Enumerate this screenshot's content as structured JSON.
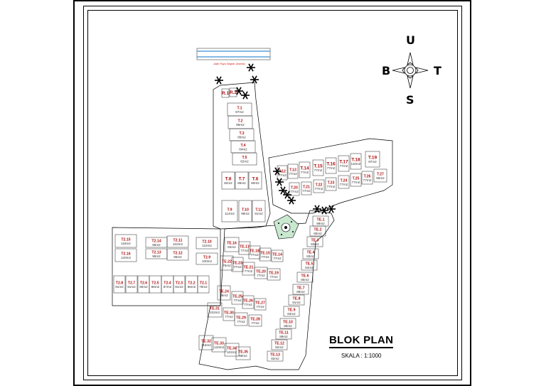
{
  "compass": {
    "north": "U",
    "south": "S",
    "west": "B",
    "east": "T"
  },
  "title": "BLOK PLAN",
  "scale": "SKALA : 1:1000",
  "road_label": "Jalan Raya Singkar Jarambu",
  "lots": [
    {
      "id": "R.1",
      "area": "",
      "kind": "big"
    },
    {
      "id": "R.2",
      "area": "",
      "kind": "big"
    },
    {
      "id": "T.1",
      "area": "87m2"
    },
    {
      "id": "T.2",
      "area": "85m2"
    },
    {
      "id": "T.3",
      "area": "86m2"
    },
    {
      "id": "T.4",
      "area": "84m2"
    },
    {
      "id": "T.5",
      "area": "82m2"
    },
    {
      "id": "T.8",
      "area": "82m2",
      "kind": "big"
    },
    {
      "id": "T.7",
      "area": "86m2",
      "kind": "big"
    },
    {
      "id": "T.6",
      "area": "80m2",
      "kind": "big"
    },
    {
      "id": "T.9",
      "area": "114m2"
    },
    {
      "id": "T.10",
      "area": "98m2"
    },
    {
      "id": "T.11",
      "area": "91m2"
    },
    {
      "id": "T.12",
      "area": "77m2"
    },
    {
      "id": "T.13",
      "area": "77m2"
    },
    {
      "id": "T.14",
      "area": "77m2",
      "kind": "big"
    },
    {
      "id": "T.15",
      "area": "77m2",
      "kind": "big"
    },
    {
      "id": "T.16",
      "area": "77m2",
      "kind": "big"
    },
    {
      "id": "T.17",
      "area": "77m2",
      "kind": "big"
    },
    {
      "id": "T.18",
      "area": "110m2",
      "kind": "big"
    },
    {
      "id": "T.19",
      "area": "97m2",
      "kind": "big"
    },
    {
      "id": "T.20",
      "area": "77m2"
    },
    {
      "id": "T.21",
      "area": "77m2"
    },
    {
      "id": "T.22",
      "area": "77m2"
    },
    {
      "id": "T.23",
      "area": "77m2"
    },
    {
      "id": "T.24",
      "area": "77m2"
    },
    {
      "id": "T.25",
      "area": "77m2"
    },
    {
      "id": "T.26",
      "area": "77m2"
    },
    {
      "id": "T.27",
      "area": "86m2"
    },
    {
      "id": "T2.15",
      "area": "118m2"
    },
    {
      "id": "T2.16",
      "area": "120m2"
    },
    {
      "id": "T2.14",
      "area": "96m2"
    },
    {
      "id": "T2.13",
      "area": "96m2"
    },
    {
      "id": "T2.11",
      "area": "102m2"
    },
    {
      "id": "T2.12",
      "area": "96m2"
    },
    {
      "id": "T2.10",
      "area": "110m2"
    },
    {
      "id": "T2.9",
      "area": "100m2"
    },
    {
      "id": "T2.8",
      "area": "91m2"
    },
    {
      "id": "T2.7",
      "area": "91m2"
    },
    {
      "id": "T2.6",
      "area": "90m2"
    },
    {
      "id": "T2.5",
      "area": "86m2"
    },
    {
      "id": "T2.4",
      "area": "87m2"
    },
    {
      "id": "T2.3",
      "area": "91m2"
    },
    {
      "id": "T2.2",
      "area": "96m2"
    },
    {
      "id": "T2.1",
      "area": "78m2"
    },
    {
      "id": "TE.1",
      "area": "99m2"
    },
    {
      "id": "TE.2",
      "area": "85m2"
    },
    {
      "id": "TE.3",
      "area": "83m2"
    },
    {
      "id": "TE.4",
      "area": "83m2"
    },
    {
      "id": "TE.5",
      "area": "84m2"
    },
    {
      "id": "TE.6",
      "area": "85m2"
    },
    {
      "id": "TE.7",
      "area": "89m2"
    },
    {
      "id": "TE.8",
      "area": "91m2"
    },
    {
      "id": "TE.9",
      "area": "83m2"
    },
    {
      "id": "TE.10",
      "area": "88m2"
    },
    {
      "id": "TE.11",
      "area": "88m2"
    },
    {
      "id": "TE.12",
      "area": "82m2"
    },
    {
      "id": "TE.13",
      "area": "82m2"
    },
    {
      "id": "TE.14",
      "area": "77m2"
    },
    {
      "id": "TE.15",
      "area": "77m2"
    },
    {
      "id": "TE.16",
      "area": "94m2"
    },
    {
      "id": "TE.17",
      "area": "77m2"
    },
    {
      "id": "TE.18",
      "area": "77m2"
    },
    {
      "id": "TE.19",
      "area": "77m2"
    },
    {
      "id": "TE.20",
      "area": "77m2"
    },
    {
      "id": "TE.21",
      "area": "77m2"
    },
    {
      "id": "TE.22",
      "area": "76m2"
    },
    {
      "id": "TE.23",
      "area": "77m2"
    },
    {
      "id": "TE.24",
      "area": "98m2"
    },
    {
      "id": "TE.25",
      "area": "77m2"
    },
    {
      "id": "TE.26",
      "area": "77m2"
    },
    {
      "id": "TE.27",
      "area": "77m2"
    },
    {
      "id": "TE.28",
      "area": "77m2"
    },
    {
      "id": "TE.29",
      "area": "77m2"
    },
    {
      "id": "TE.30",
      "area": "77m2"
    },
    {
      "id": "TE.31",
      "area": "102m2"
    },
    {
      "id": "TE.32",
      "area": "116m2"
    },
    {
      "id": "TE.33",
      "area": "120m2"
    },
    {
      "id": "TE.34",
      "area": "102m2"
    },
    {
      "id": "TE.35",
      "area": "99m2"
    }
  ]
}
